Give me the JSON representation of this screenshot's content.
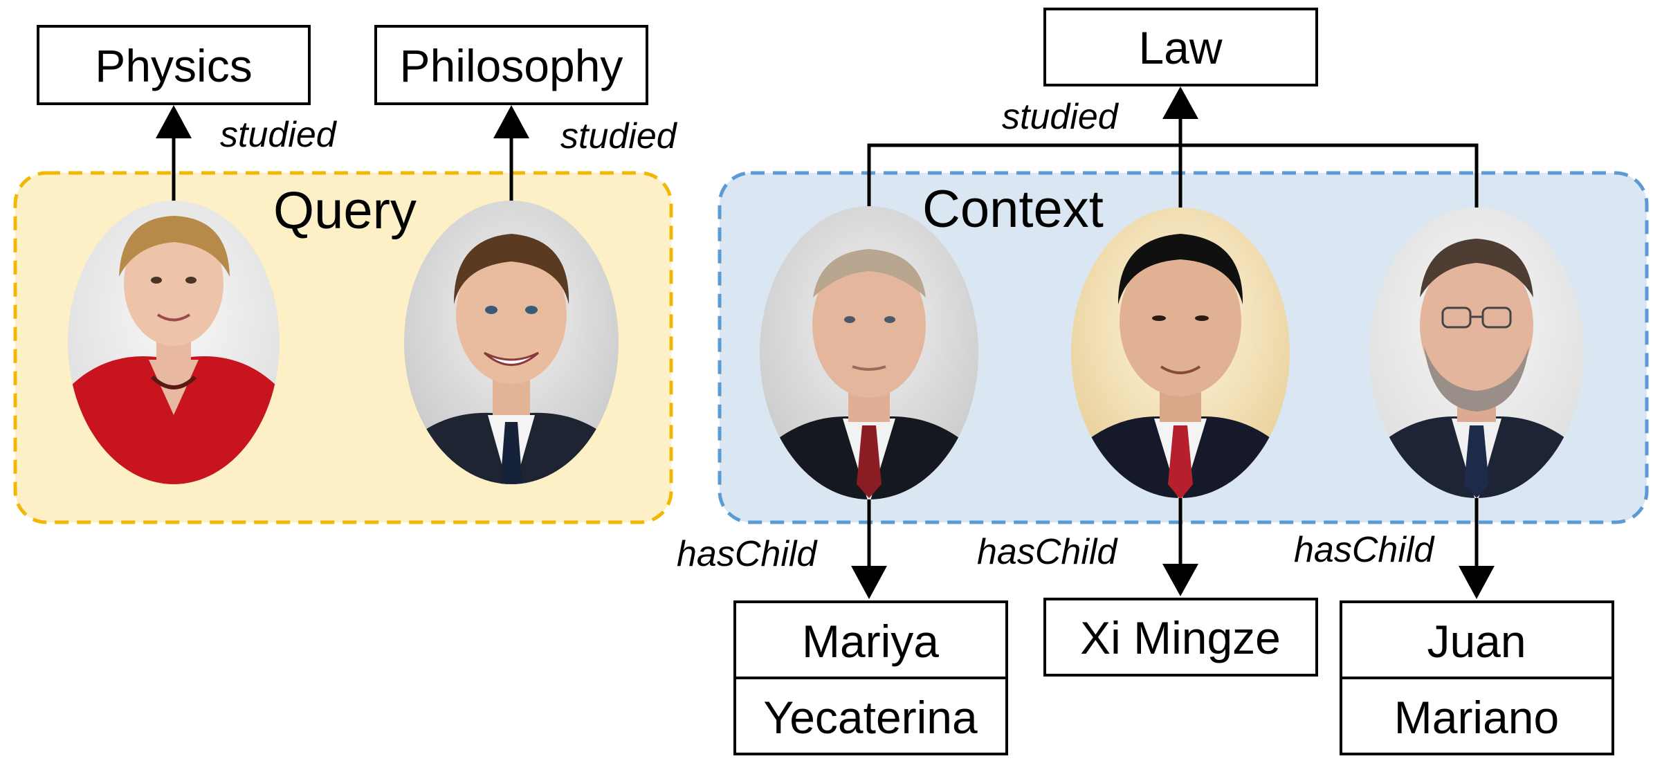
{
  "groups": {
    "query": {
      "label": "Query",
      "fill": "#fdefc6",
      "stroke": "#f2b705"
    },
    "context": {
      "label": "Context",
      "fill": "#dae6f2",
      "stroke": "#5b9bd5"
    }
  },
  "entities": {
    "physics": "Physics",
    "philosophy": "Philosophy",
    "law": "Law",
    "child_mariya": [
      "Mariya",
      "Yecaterina"
    ],
    "child_xi": "Xi Mingze",
    "child_juan": [
      "Juan",
      "Mariano"
    ]
  },
  "relations": {
    "studied": "studied",
    "has_child": "hasChild"
  },
  "portraits": [
    {
      "group": "query",
      "relation": "studied",
      "target": "Physics"
    },
    {
      "group": "query",
      "relation": "studied",
      "target": "Philosophy"
    },
    {
      "group": "context",
      "relation": "studied",
      "target": "Law",
      "child": "Mariya Yecaterina"
    },
    {
      "group": "context",
      "relation": "studied",
      "target": "Law",
      "child": "Xi Mingze"
    },
    {
      "group": "context",
      "relation": "studied",
      "target": "Law",
      "child": "Juan Mariano"
    }
  ]
}
